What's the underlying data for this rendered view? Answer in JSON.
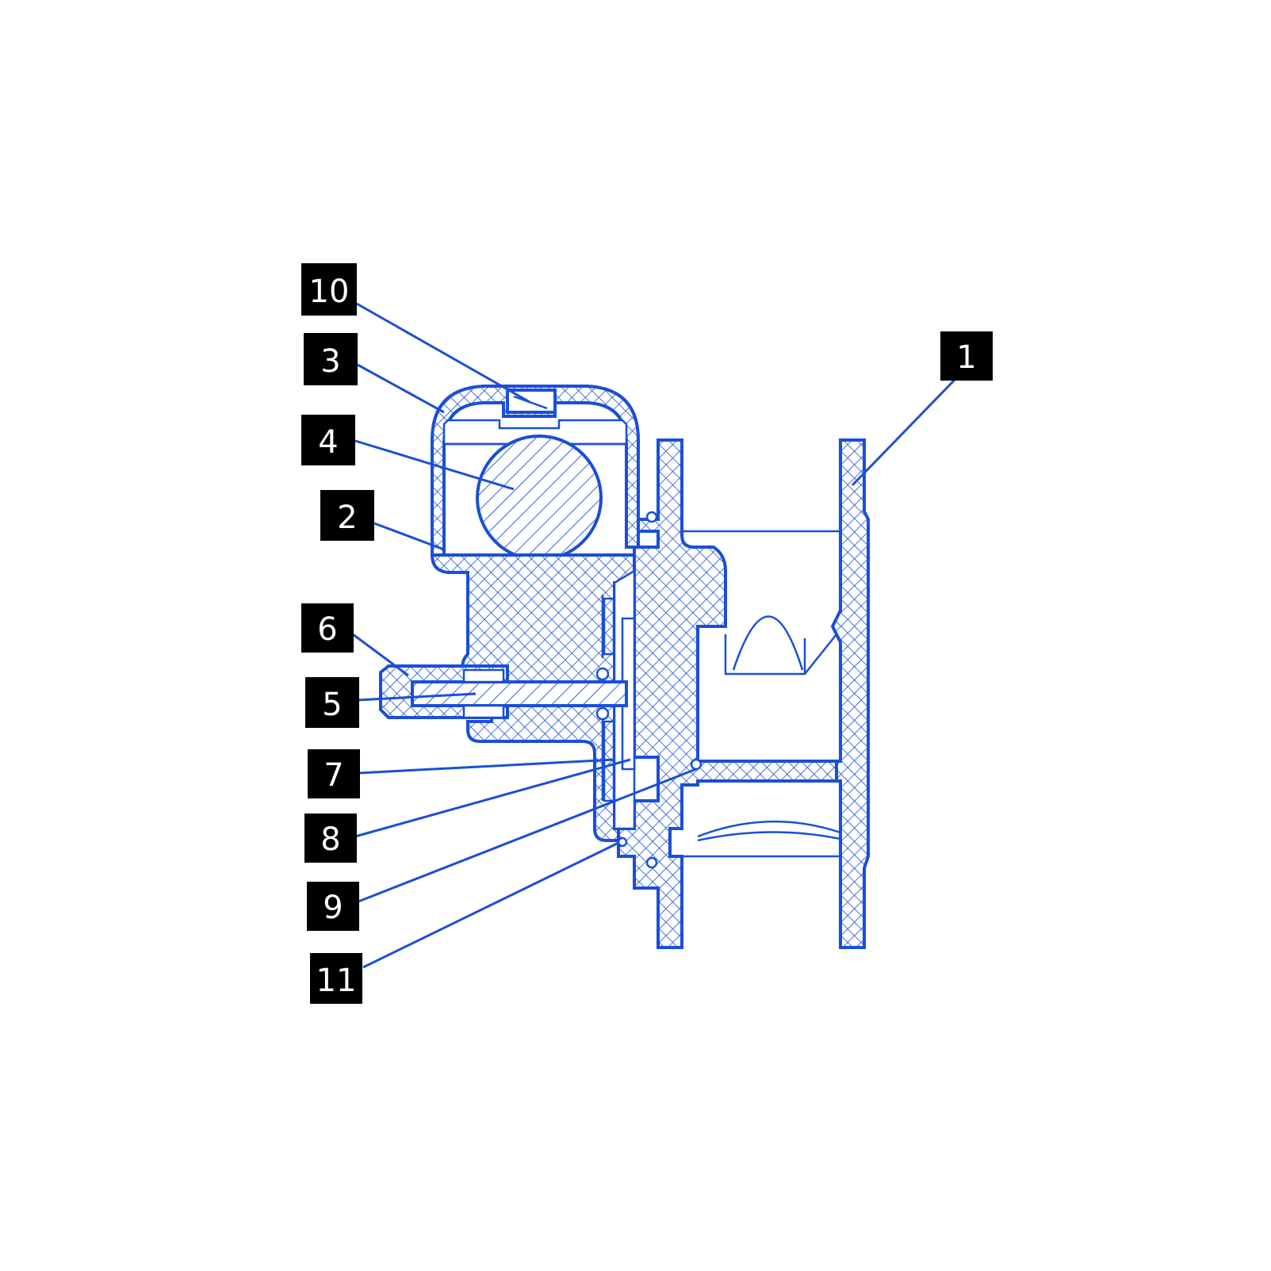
{
  "colors": {
    "line": "#1a4fd6",
    "hatch_fill": "#dbe6ff",
    "label_bg": "#000000",
    "label_text": "#ffffff"
  },
  "callouts": [
    {
      "id": "c1",
      "text": "1"
    },
    {
      "id": "c2",
      "text": "2"
    },
    {
      "id": "c3",
      "text": "3"
    },
    {
      "id": "c4",
      "text": "4"
    },
    {
      "id": "c5",
      "text": "5"
    },
    {
      "id": "c6",
      "text": "6"
    },
    {
      "id": "c7",
      "text": "7"
    },
    {
      "id": "c8",
      "text": "8"
    },
    {
      "id": "c9",
      "text": "9"
    },
    {
      "id": "c10",
      "text": "10"
    },
    {
      "id": "c11",
      "text": "11"
    }
  ]
}
